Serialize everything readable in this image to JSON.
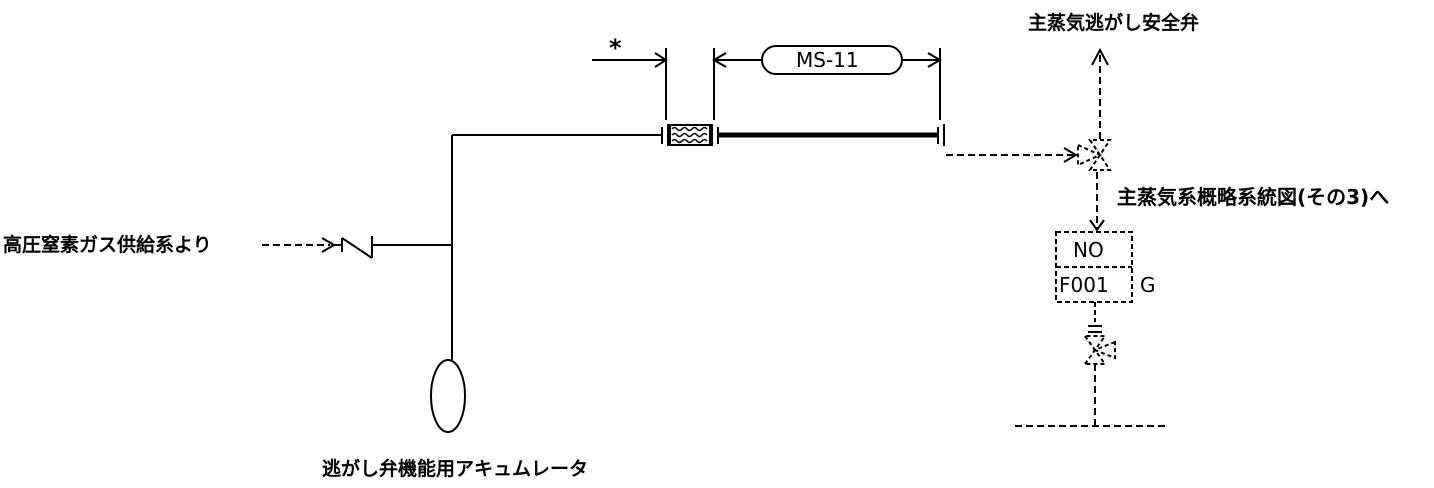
{
  "labels": {
    "source": "高圧窒素ガス供給系より",
    "accumulator": "逃がし弁機能用アキュムレータ",
    "safety_valve": "主蒸気逃がし安全弁",
    "reference": "主蒸気系概略系統図(その3)へ",
    "asterisk": "*",
    "line_number": "MS-11",
    "valve_id_top": "NO",
    "valve_id_bottom": "F001",
    "valve_suffix": "G"
  }
}
